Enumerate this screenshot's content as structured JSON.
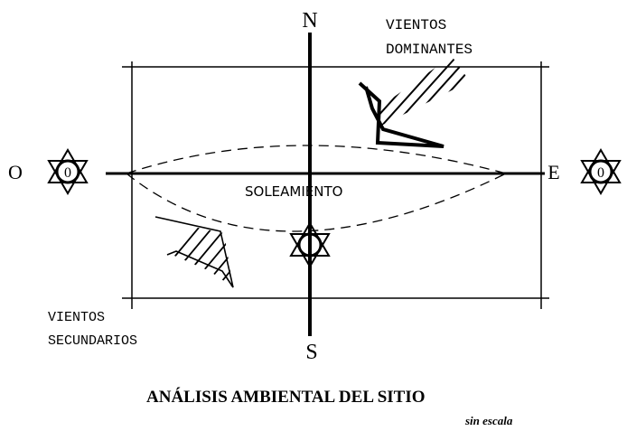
{
  "compass": {
    "north": "N",
    "south": "S",
    "east": "E",
    "west": "O"
  },
  "winds": {
    "dominant_line1": "VIENTOS",
    "dominant_line2": "DOMINANTES",
    "secondary_line1": "VIENTOS",
    "secondary_line2": "SECUNDARIOS"
  },
  "sun_path_label": "SOLEAMIENTO",
  "sun_symbol_glyph": "0",
  "title": "ANÁLISIS AMBIENTAL DEL SITIO",
  "scale_note": "sin escala",
  "icons": {
    "sun": "sun-star-icon",
    "wind_arrow": "wind-arrow-icon"
  }
}
